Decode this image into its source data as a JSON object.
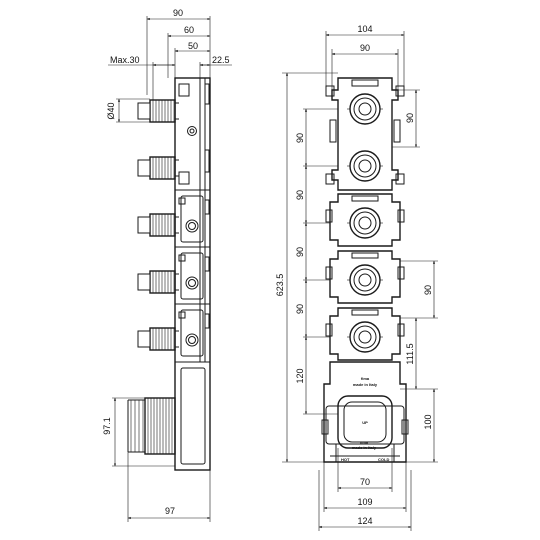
{
  "side_view": {
    "dim_90": "90",
    "dim_60": "60",
    "dim_50": "50",
    "dim_max30": "Max.30",
    "dim_22_5": "22.5",
    "dim_d40": "Ø40",
    "dim_97_1": "97.1",
    "dim_97": "97"
  },
  "front_view": {
    "dim_104": "104",
    "dim_90_top": "90",
    "dim_90_right": "90",
    "dim_90_a": "90",
    "dim_90_b": "90",
    "dim_90_c": "90",
    "dim_90_d": "90",
    "dim_623_5": "623.5",
    "dim_120": "120",
    "dim_90_right_low": "90",
    "dim_111_5": "111.5",
    "dim_100": "100",
    "dim_70": "70",
    "dim_109": "109",
    "dim_124": "124",
    "brand": "fima",
    "made_in": "made in Italy",
    "hot": "HOT",
    "cold": "COLD",
    "up": "UP"
  }
}
